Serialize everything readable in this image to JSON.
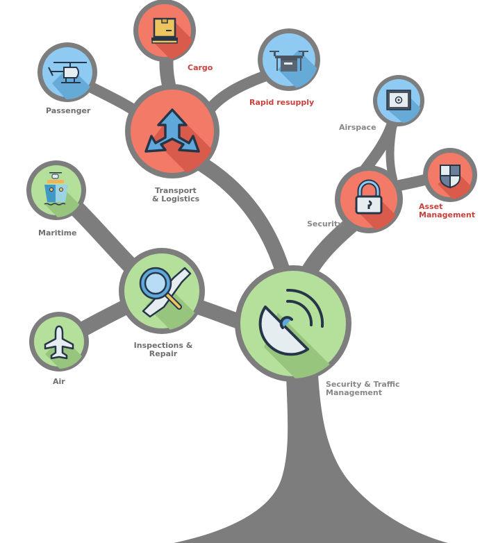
{
  "title": "Drone applications tree",
  "colors": {
    "branch": "#7d7d7d",
    "red_node": "#f47a68",
    "red_shadow": "#d95b4b",
    "blue_node": "#8ecaf2",
    "blue_shadow": "#66aad8",
    "green_node": "#b5e09b",
    "green_shadow": "#97c57e",
    "outline": "#263548",
    "label_red": "#c9403c",
    "label_gray": "#6f6f6f"
  },
  "nodes": {
    "root": {
      "label_line1": "Security & Traffic",
      "label_line2": "Management",
      "icon": "satellite-dish-icon"
    },
    "transport": {
      "label_line1": "Transport",
      "label_line2": "& Logistics",
      "icon": "three-way-arrows-icon"
    },
    "cargo": {
      "label": "Cargo",
      "icon": "cargo-box-pallet-icon"
    },
    "rapid": {
      "label": "Rapid resupply",
      "icon": "delivery-drone-icon"
    },
    "passenger": {
      "label": "Passenger",
      "icon": "helicopter-icon"
    },
    "inspections": {
      "label_line1": "Inspections &",
      "label_line2": "Repair",
      "icon": "magnifier-wrench-icon"
    },
    "maritime": {
      "label": "Maritime",
      "icon": "ship-helicopter-icon"
    },
    "air": {
      "label": "Air",
      "icon": "airplane-icon"
    },
    "security": {
      "label": "Security",
      "icon": "padlock-icon"
    },
    "airspace": {
      "label": "Airspace",
      "icon": "radar-screen-icon"
    },
    "asset": {
      "label_line1": "Asset",
      "label_line2": "Management",
      "icon": "shield-icon"
    }
  }
}
